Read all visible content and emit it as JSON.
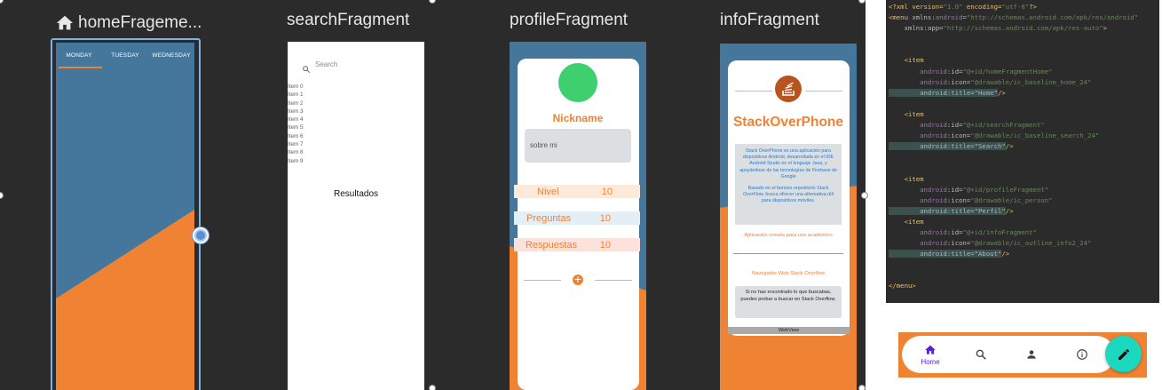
{
  "graph": {
    "fragments": {
      "home": {
        "title": "homeFrageme...",
        "tabs": [
          "MONDAY",
          "TUESDAY",
          "WEDNESDAY"
        ]
      },
      "search": {
        "title": "searchFragment",
        "placeholder": "Search",
        "items": [
          "Item 0",
          "Item 1",
          "Item 2",
          "Item 3",
          "Item 4",
          "Item 5",
          "Item 6",
          "Item 7",
          "Item 8",
          "Item 9"
        ],
        "results_label": "Resultados"
      },
      "profile": {
        "title": "profileFragment",
        "nickname": "Nickname",
        "about_placeholder": "sobre mi",
        "stats": [
          {
            "label": "Nivel",
            "value": "10"
          },
          {
            "label": "Preguntas",
            "value": "10"
          },
          {
            "label": "Respuestas",
            "value": "10"
          }
        ],
        "add_icon": "plus-icon"
      },
      "info": {
        "title": "infoFragment",
        "app_name": "StackOverPhone",
        "description_1": "Stack OverPhone es una aplicación para dispositivos Android, desarrollada en el IDE Android Studio en el lenguaje Java, y apoyándose de las tecnologías de Firebase de Google",
        "description_2": "Basado en el famoso repositorio Stack OverFlow, busca ofrecer una alternativa útil para dispositivos móviles.",
        "academic_note": "Aplicación creada para uso académico",
        "browser_link": "Navegador Web Stack Overflow",
        "search_note": "Si no has encontrado lo que buscabas, puedes probar a buscar en Stack Overflow.",
        "webview_label": "WebView"
      }
    }
  },
  "code": {
    "lines": [
      [
        {
          "t": "<?xml version=",
          "c": "tag"
        },
        {
          "t": "\"1.0\"",
          "c": "val"
        },
        {
          "t": " encoding=",
          "c": "tag"
        },
        {
          "t": "\"utf-8\"",
          "c": "val"
        },
        {
          "t": "?>",
          "c": "tag"
        }
      ],
      [
        {
          "t": "<menu ",
          "c": "tag"
        },
        {
          "t": "xmlns:",
          "c": "attr"
        },
        {
          "t": "android",
          "c": "ns"
        },
        {
          "t": "=",
          "c": "attr"
        },
        {
          "t": "\"http://schemas.android.com/apk/res/android\"",
          "c": "val"
        }
      ],
      [
        {
          "t": "    xmlns:app=",
          "c": "attr"
        },
        {
          "t": "\"http://schemas.android.com/apk/res-auto\"",
          "c": "val"
        },
        {
          "t": ">",
          "c": "tag"
        }
      ],
      [],
      [],
      [
        {
          "t": "    <item",
          "c": "tag"
        }
      ],
      [
        {
          "t": "        android",
          "c": "ns"
        },
        {
          "t": ":id=",
          "c": "attr"
        },
        {
          "t": "\"@+id/home",
          "c": "val"
        },
        {
          "t": "Fragment",
          "c": "val"
        },
        {
          "t": "Home\"",
          "c": "val"
        }
      ],
      [
        {
          "t": "        android",
          "c": "ns"
        },
        {
          "t": ":icon=",
          "c": "attr"
        },
        {
          "t": "\"@drawable/ic_baseline_home_24\"",
          "c": "val"
        }
      ],
      [
        {
          "t": "        android:title=\"Home\"",
          "c": "hl"
        },
        {
          "t": "/>",
          "c": "tag"
        }
      ],
      [],
      [
        {
          "t": "    <item",
          "c": "tag"
        }
      ],
      [
        {
          "t": "        android",
          "c": "ns"
        },
        {
          "t": ":id=",
          "c": "attr"
        },
        {
          "t": "\"@+id/searchFragment\"",
          "c": "val"
        }
      ],
      [
        {
          "t": "        android",
          "c": "ns"
        },
        {
          "t": ":icon=",
          "c": "attr"
        },
        {
          "t": "\"@drawable/ic_baseline_search_24\"",
          "c": "val"
        }
      ],
      [
        {
          "t": "        android:title=\"Search\"",
          "c": "hl"
        },
        {
          "t": "/>",
          "c": "tag"
        }
      ],
      [],
      [],
      [
        {
          "t": "    <item",
          "c": "tag"
        }
      ],
      [
        {
          "t": "        android",
          "c": "ns"
        },
        {
          "t": ":id=",
          "c": "attr"
        },
        {
          "t": "\"@+id/profileFragment\"",
          "c": "val"
        }
      ],
      [
        {
          "t": "        android",
          "c": "ns"
        },
        {
          "t": ":icon=",
          "c": "attr"
        },
        {
          "t": "\"@drawable/ic_person\"",
          "c": "val"
        }
      ],
      [
        {
          "t": "        android:title=\"Perfil\"",
          "c": "hl"
        },
        {
          "t": "/>",
          "c": "tag"
        }
      ],
      [
        {
          "t": "    <item",
          "c": "tag"
        }
      ],
      [
        {
          "t": "        android",
          "c": "ns"
        },
        {
          "t": ":id=",
          "c": "attr"
        },
        {
          "t": "\"@+id/infoFragment\"",
          "c": "val"
        }
      ],
      [
        {
          "t": "        android",
          "c": "ns"
        },
        {
          "t": ":icon=",
          "c": "attr"
        },
        {
          "t": "\"@drawable/ic_outline_info2_24\"",
          "c": "val"
        }
      ],
      [
        {
          "t": "        android:title=\"About\"",
          "c": "hl"
        },
        {
          "t": "/>",
          "c": "tag"
        }
      ],
      [],
      [],
      [
        {
          "t": "</menu>",
          "c": "tag"
        }
      ]
    ]
  },
  "bottom_nav": {
    "items": [
      {
        "icon": "home-icon",
        "label": "Home",
        "active": true
      },
      {
        "icon": "search-icon",
        "label": "",
        "active": false
      },
      {
        "icon": "person-icon",
        "label": "",
        "active": false
      },
      {
        "icon": "info-icon",
        "label": "",
        "active": false
      }
    ],
    "fab_icon": "pencil-icon"
  },
  "colors": {
    "accent_orange": "#f08233",
    "steel_blue": "#44779b",
    "canvas": "#2b2b2b",
    "active_nav": "#5b1dd6",
    "fab_teal": "#1bd8c0",
    "avatar_green": "#3ecf6e"
  }
}
